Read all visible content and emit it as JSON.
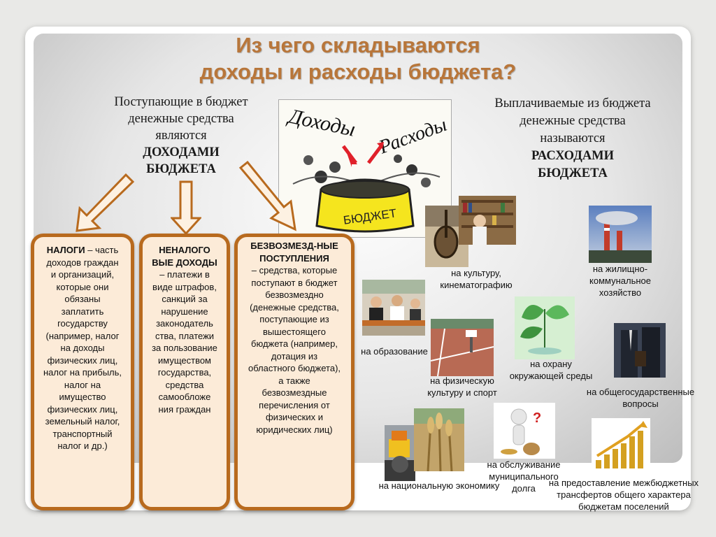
{
  "title": {
    "line1": "Из чего складываются",
    "line2": "доходы и расходы бюджета?"
  },
  "left_intro": {
    "text": "Поступающие в бюджет денежные средства являются",
    "emphasis_line1": "ДОХОДАМИ",
    "emphasis_line2": "БЮДЖЕТА"
  },
  "right_intro": {
    "text": "Выплачиваемые из бюджета денежные средства называются",
    "emphasis_line1": "РАСХОДАМИ",
    "emphasis_line2": "БЮДЖЕТА"
  },
  "center_image": {
    "word_income": "Доходы",
    "word_expense": "Расходы",
    "word_budget": "БЮДЖЕТ"
  },
  "boxes": [
    {
      "heading": "НАЛОГИ",
      "text": " – часть доходов граждан и организаций, которые они обязаны заплатить государству (например, налог на доходы физических лиц, налог на прибыль, налог на имущество физических лиц, земельный налог, транспортный налог и др.)"
    },
    {
      "heading": "НЕНАЛОГО ВЫЕ ДОХОДЫ",
      "text": " – платежи в виде штрафов, санкций за нарушение законодатель ства, платежи за пользование имуществом государства, средства самообложе ния граждан"
    },
    {
      "heading": "БЕЗВОЗМЕЗД-НЫЕ ПОСТУПЛЕНИЯ",
      "text": "– средства, которые поступают в бюджет безвозмездно (денежные средства, поступающие из вышестоящего бюджета (например, дотация из областного бюджета), а также безвозмездные перечисления от физических и юридических лиц)"
    }
  ],
  "expenses": {
    "culture": "на культуру, кинематографию",
    "housing": "на жилищно-коммунальное хозяйство",
    "education": "на образование",
    "environment": "на охрану окружающей среды",
    "sport": "на физическую культуру и спорт",
    "general": "на общегосударственные вопросы",
    "economy": "на национальную экономику",
    "debt": "на обслуживание муниципального долга",
    "transfers": "на предоставление межбюджетных трансфертов общего характера бюджетам поселений"
  },
  "colors": {
    "title": "#b8763a",
    "box_border": "#b86a1e",
    "box_fill": "#fcebd8",
    "arrow_fill": "#fdf1e2"
  }
}
